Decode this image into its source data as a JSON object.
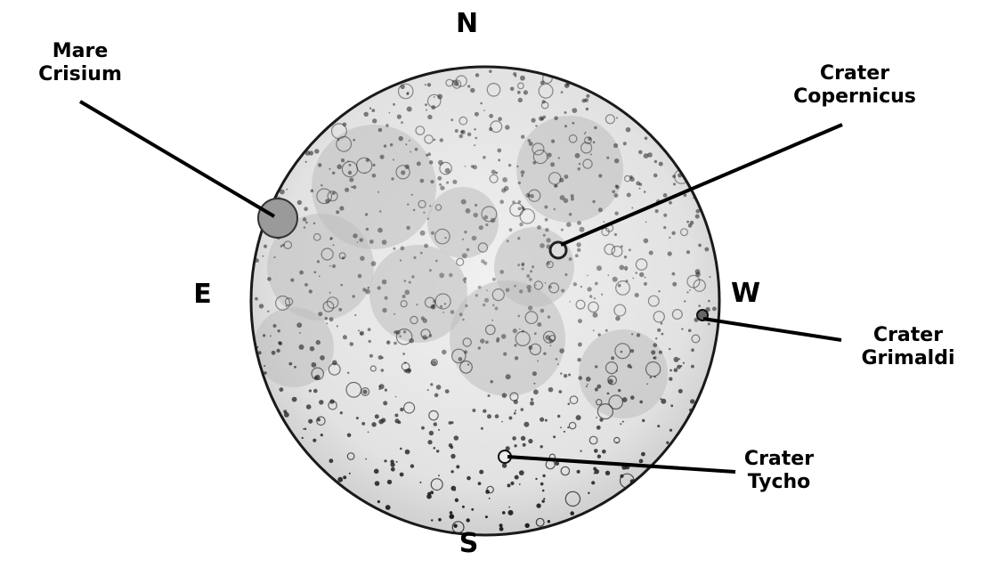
{
  "directions": {
    "north": "N",
    "south": "S",
    "east": "E",
    "west": "W"
  },
  "features": {
    "mare_crisium": {
      "line1": "Mare",
      "line2": "Crisium"
    },
    "copernicus": {
      "line1": "Crater",
      "line2": "Copernicus"
    },
    "grimaldi": {
      "line1": "Crater",
      "line2": "Grimaldi"
    },
    "tycho": {
      "line1": "Crater",
      "line2": "Tycho"
    }
  },
  "colors": {
    "ink": "#000000",
    "moon_base": "#e6e6e6",
    "mare": "#b4b4b4"
  }
}
